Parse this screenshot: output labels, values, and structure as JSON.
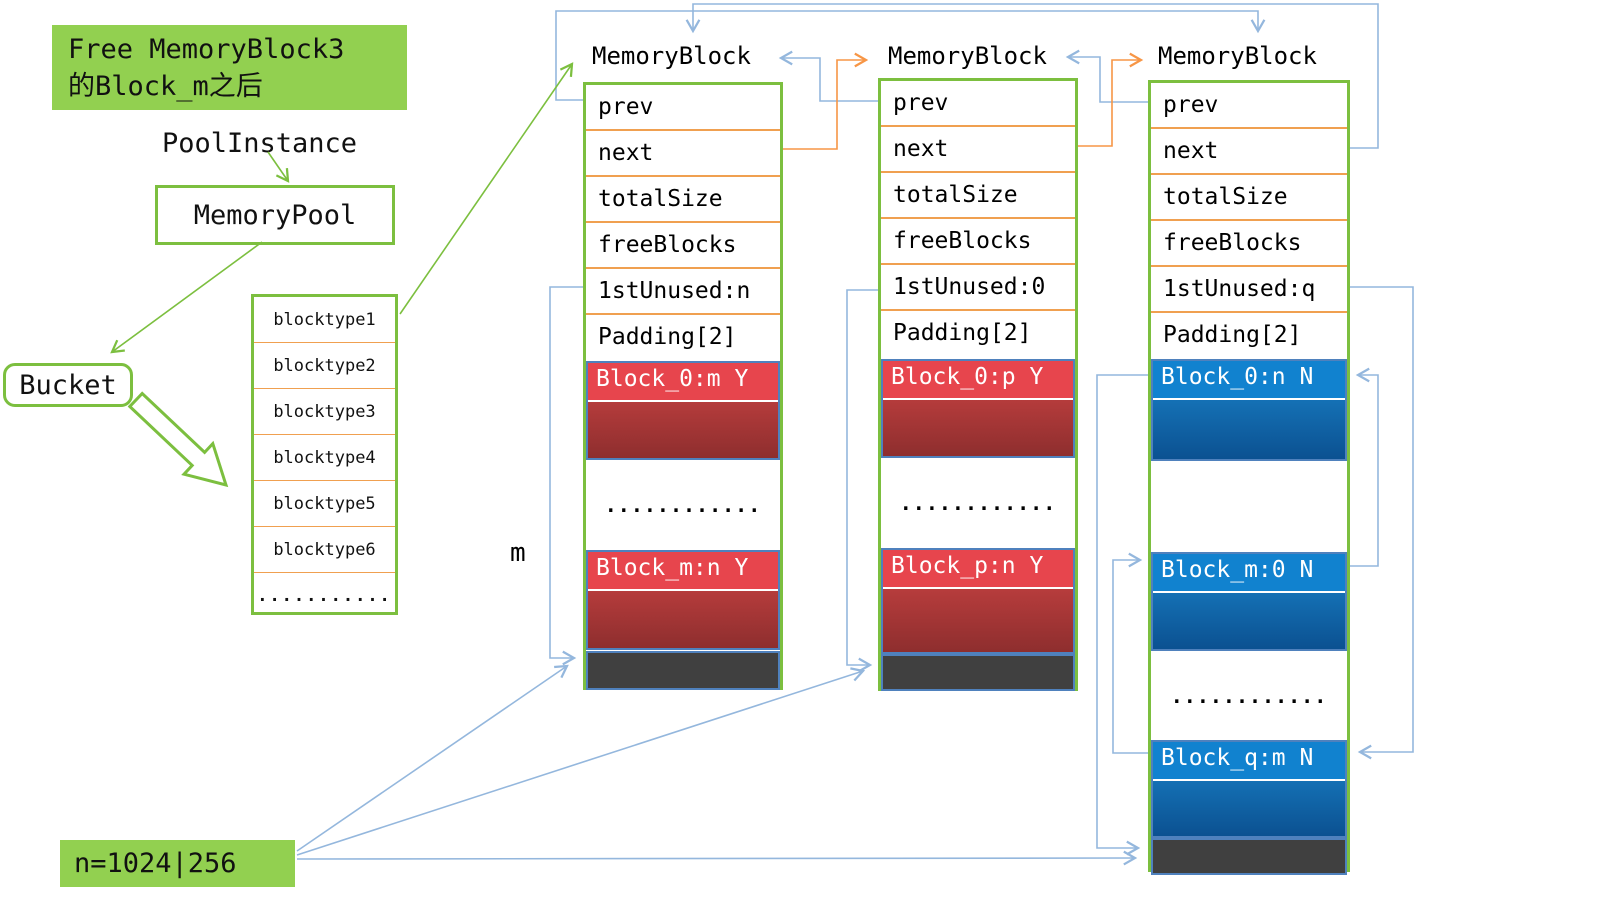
{
  "note": {
    "line1": "Free MemoryBlock3",
    "line2": "的Block_m之后"
  },
  "labels": {
    "pool_instance": "PoolInstance",
    "memory_pool": "MemoryPool",
    "bucket": "Bucket",
    "m": "m",
    "n_note": "n=1024|256"
  },
  "bucket_table": {
    "rows": [
      "blocktype1",
      "blocktype2",
      "blocktype3",
      "blocktype4",
      "blocktype5",
      "blocktype6",
      "..........."
    ]
  },
  "blocks": [
    {
      "title": "MemoryBlock",
      "fields": [
        "prev",
        "next",
        "totalSize",
        "freeBlocks",
        "1stUnused:n",
        "Padding[2]"
      ],
      "seg1": "Block_0:m Y",
      "dots": "............",
      "seg2": "Block_m:n Y"
    },
    {
      "title": "MemoryBlock",
      "fields": [
        "prev",
        "next",
        "totalSize",
        "freeBlocks",
        "1stUnused:0",
        "Padding[2]"
      ],
      "seg1": "Block_0:p Y",
      "dots": "............",
      "seg2": "Block_p:n Y"
    },
    {
      "title": "MemoryBlock",
      "fields": [
        "prev",
        "next",
        "totalSize",
        "freeBlocks",
        "1stUnused:q",
        "Padding[2]"
      ],
      "seg1": "Block_0:n N",
      "seg2": "Block_m:0 N",
      "dots": "............",
      "seg3": "Block_q:m N"
    }
  ],
  "colors": {
    "green_fill": "#92d050",
    "green_border": "#7cbf3f",
    "link_blue": "#94b7dd",
    "link_orange": "#f79646",
    "used_red_header": "#e7454d",
    "free_blue_header": "#1182cf",
    "footer_dark": "#404040",
    "block_border": "#4f81bd",
    "row_separator": "#f0a050"
  }
}
